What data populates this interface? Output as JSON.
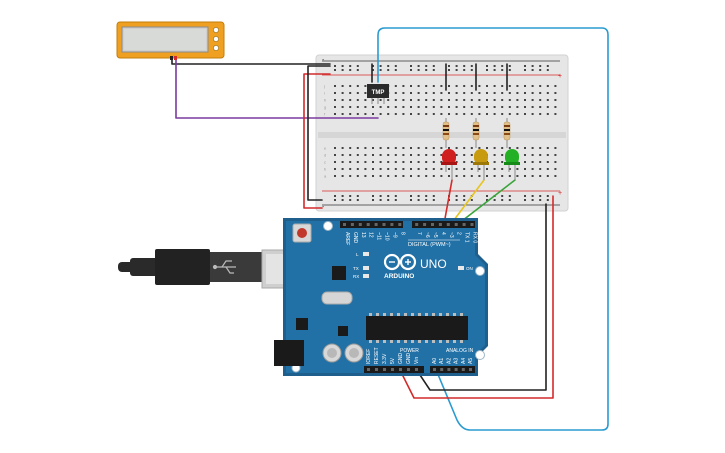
{
  "board": {
    "brand": "ARDUINO",
    "model": "UNO",
    "digital_label": "DIGITAL (PWM~)",
    "power_label": "POWER",
    "analog_label": "ANALOG IN",
    "on_label": "ON",
    "l_label": "L",
    "tx_label": "TX",
    "rx_label": "RX",
    "digital_pins": [
      "AREF",
      "GND",
      "13",
      "12",
      "~11",
      "~10",
      "~9",
      "8",
      "7",
      "~6",
      "~5",
      "4",
      "~3",
      "2",
      "TX 1",
      "RX 0"
    ],
    "power_pins": [
      "IOREF",
      "RESET",
      "3.3V",
      "5V",
      "GND",
      "GND",
      "Vin"
    ],
    "analog_pins": [
      "A0",
      "A1",
      "A2",
      "A3",
      "A4",
      "A5"
    ]
  },
  "sensor": {
    "label": "TMP"
  },
  "breadboard": {
    "rail_minus": "-",
    "rail_plus": "+",
    "row_letters_top": [
      "a",
      "b",
      "c",
      "d",
      "e"
    ],
    "row_letters_bottom": [
      "f",
      "g",
      "h",
      "i",
      "j"
    ]
  },
  "leds": [
    {
      "color": "#d01f1f"
    },
    {
      "color": "#c79a10"
    },
    {
      "color": "#24b024"
    }
  ],
  "wire_colors": {
    "ground": "#222222",
    "power": "#d42a2a",
    "signal_sensor": "#2a9bd0",
    "signal_display": "#7a3aa0",
    "led_red": "#d42a2a",
    "led_yellow": "#e6c520",
    "led_green": "#3aa43a"
  }
}
